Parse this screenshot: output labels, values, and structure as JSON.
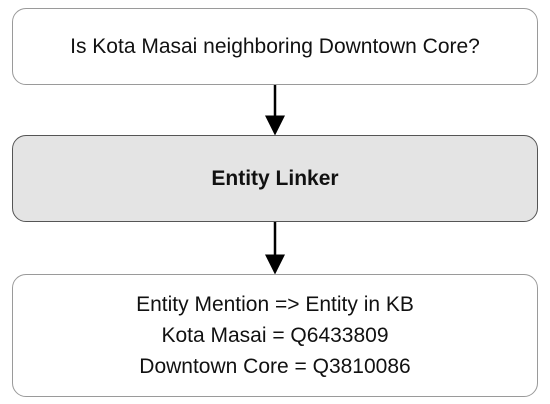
{
  "question": {
    "text": "Is Kota Masai neighboring Downtown Core?"
  },
  "linker": {
    "label": "Entity Linker"
  },
  "output": {
    "lines": [
      "Entity Mention => Entity in KB",
      "Kota Masai = Q6433809",
      "Downtown Core = Q3810086"
    ]
  },
  "colors": {
    "linker_fill": "#e4e4e4",
    "border": "#9a9a9a",
    "arrow": "#000000"
  }
}
